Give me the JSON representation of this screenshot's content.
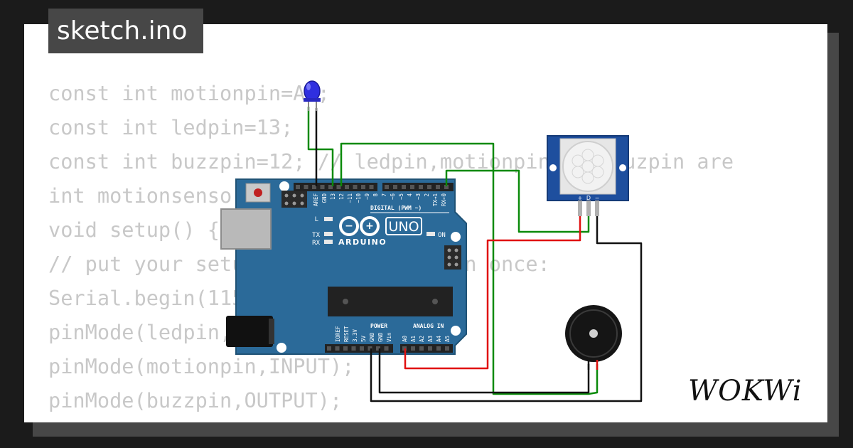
{
  "file_tab": {
    "label": "sketch.ino"
  },
  "code_lines": [
    "const int motionpin=A0;",
    "const int ledpin=13;",
    "const int buzzpin=12; // ledpin,motionpin and buzpin are",
    "int motionsensor;",
    "void setup() {",
    "// put your setup code here, to run once:",
    "Serial.begin(115200);",
    "pinMode(ledpin,OUTPUT);",
    "pinMode(motionpin,INPUT);",
    "pinMode(buzzpin,OUTPUT);",
    "}"
  ],
  "arduino": {
    "logo_text": "ARDUINO",
    "model": "UNO",
    "digital_header": "DIGITAL (PWM ~)",
    "power_header": "POWER",
    "analog_header": "ANALOG IN",
    "led_L": "L",
    "led_TX": "TX",
    "led_RX": "RX",
    "led_ON": "ON",
    "top_pins": [
      "AREF",
      "GND",
      "13",
      "12",
      "~11",
      "~10",
      "~9",
      "8",
      "7",
      "~6",
      "~5",
      "4",
      "~3",
      "2",
      "TX→1",
      "RX←0"
    ],
    "power_pins": [
      "IOREF",
      "RESET",
      "3.3V",
      "5V",
      "GND",
      "GND",
      "Vin"
    ],
    "analog_pins": [
      "A0",
      "A1",
      "A2",
      "A3",
      "A4",
      "A5"
    ]
  },
  "pir": {
    "pins": [
      "+",
      "D",
      "−"
    ]
  },
  "brand": {
    "name": "WOKWi"
  },
  "colors": {
    "board": "#2b6a99",
    "wire_green": "#0a8a0a",
    "wire_red": "#e01010",
    "wire_black": "#111111",
    "led_blue": "#2f2fe0"
  }
}
